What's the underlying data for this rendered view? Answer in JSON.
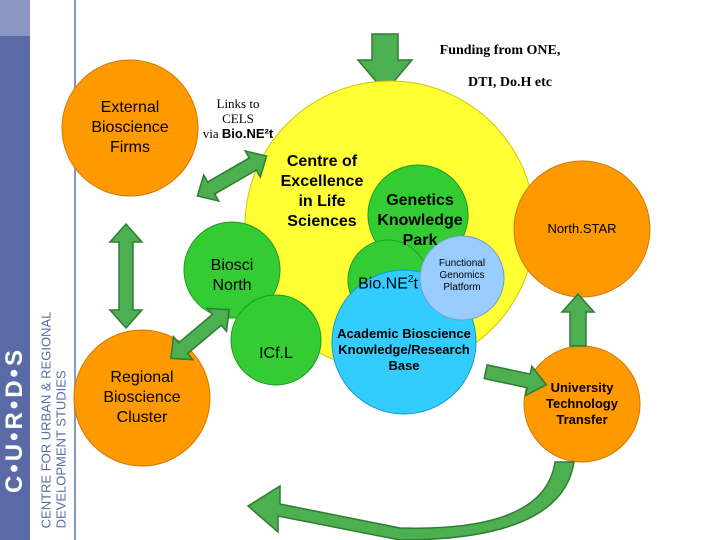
{
  "funding": {
    "line1": "Funding from ONE,",
    "line2": "DTI, Do.H etc"
  },
  "links": {
    "line1": "Links to",
    "line2": "CELS",
    "line3_prefix": "via ",
    "line3_strong": "Bio.NE²t"
  },
  "external_firms": [
    "External",
    "Bioscience",
    "Firms"
  ],
  "centre": [
    "Centre of",
    "Excellence",
    "in Life",
    "Sciences"
  ],
  "genetics": [
    "Genetics",
    "Knowledge",
    "Park"
  ],
  "northstar": "North.STAR",
  "bioscinorth": [
    "Biosci",
    "North"
  ],
  "bione2t": {
    "text": "Bio.NE",
    "sup": "2",
    "tail": "t"
  },
  "functional": [
    "Functional",
    "Genomics",
    "Platform"
  ],
  "icfl": "ICf.L",
  "academic": [
    "Academic Bioscience",
    "Knowledge/Research",
    "Base"
  ],
  "regional": [
    "Regional",
    "Bioscience",
    "Cluster"
  ],
  "university": [
    "University",
    "Technology",
    "Transfer"
  ],
  "brand": {
    "curds": "C•U•R•D•S",
    "name_line1": "CENTRE FOR URBAN & REGIONAL",
    "name_line2": "DEVELOPMENT STUDIES"
  },
  "colors": {
    "yellow": "#ffff33",
    "orange": "#ff9900",
    "green": "#33cc33",
    "cyan": "#33ccff",
    "light_blue": "#99ccff",
    "arrow_green": "#4caf50",
    "brand_blue": "#5a6aa6"
  }
}
